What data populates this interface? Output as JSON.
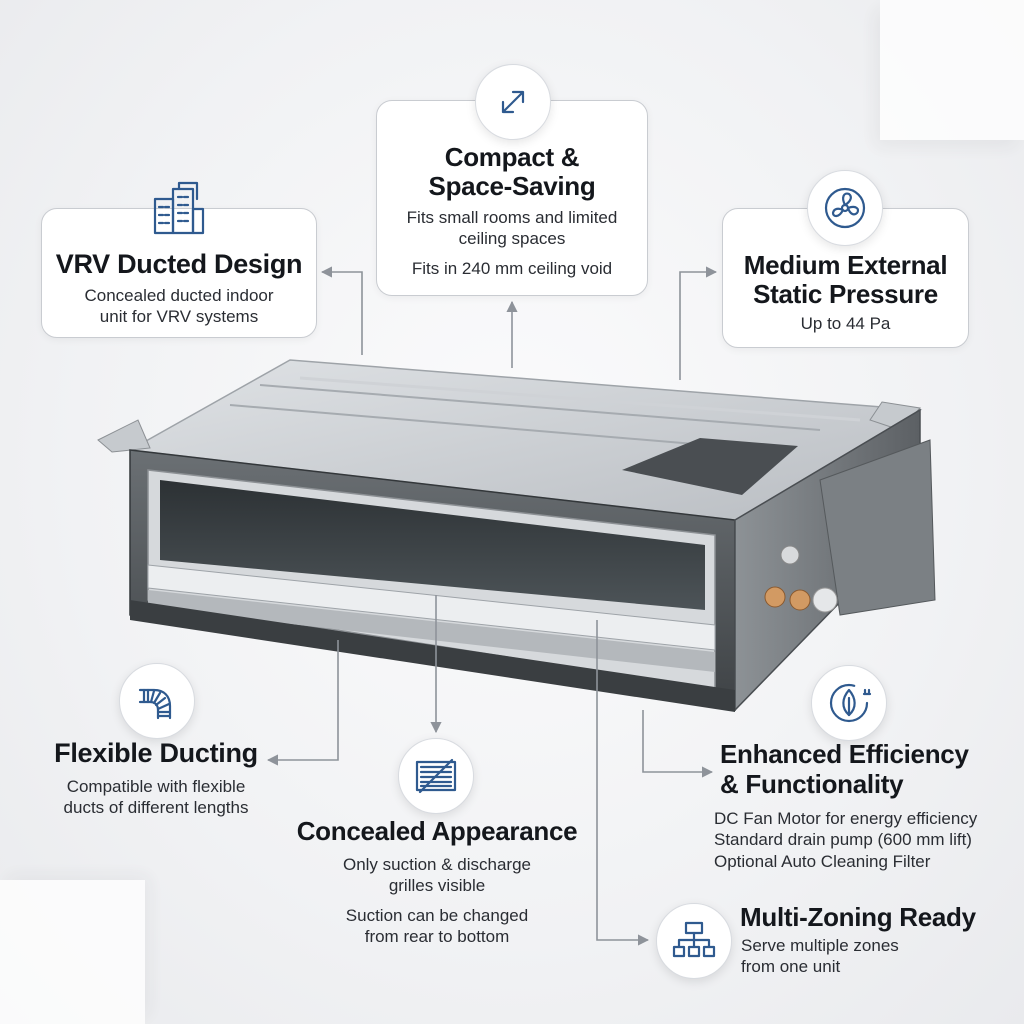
{
  "features": {
    "compact": {
      "icon": "expand-arrows-icon",
      "title_line1": "Compact &",
      "title_line2": "Space-Saving",
      "desc_line1": "Fits small rooms and limited",
      "desc_line2": "ceiling spaces",
      "desc_line3": "Fits in 240 mm ceiling void"
    },
    "vrv": {
      "icon": "building-icon",
      "title": "VRV Ducted Design",
      "desc_line1": "Concealed ducted indoor",
      "desc_line2": "unit for VRV systems"
    },
    "static_pressure": {
      "icon": "fan-icon",
      "title_line1": "Medium External",
      "title_line2": "Static Pressure",
      "desc": "Up to 44 Pa"
    },
    "ducting": {
      "icon": "flexible-duct-icon",
      "title": "Flexible Ducting",
      "desc_line1": "Compatible with flexible",
      "desc_line2": "ducts of different lengths"
    },
    "concealed": {
      "icon": "grille-icon",
      "title": "Concealed Appearance",
      "desc_line1": "Only suction & discharge",
      "desc_line2": "grilles visible",
      "desc_line3": "Suction can be changed",
      "desc_line4": "from rear to bottom"
    },
    "efficiency": {
      "icon": "eco-plug-icon",
      "title_line1": "Enhanced Efficiency",
      "title_line2": "& Functionality",
      "desc_line1": "DC Fan Motor for energy efficiency",
      "desc_line2": "Standard drain pump (600 mm lift)",
      "desc_line3": "Optional Auto Cleaning Filter"
    },
    "zoning": {
      "icon": "zoning-network-icon",
      "title": "Multi-Zoning Ready",
      "desc_line1": "Serve multiple zones",
      "desc_line2": "from one unit"
    }
  },
  "colors": {
    "icon_blue": "#2f5a8f",
    "card_border": "#c9ccd1",
    "leader_line": "#8e939a"
  }
}
